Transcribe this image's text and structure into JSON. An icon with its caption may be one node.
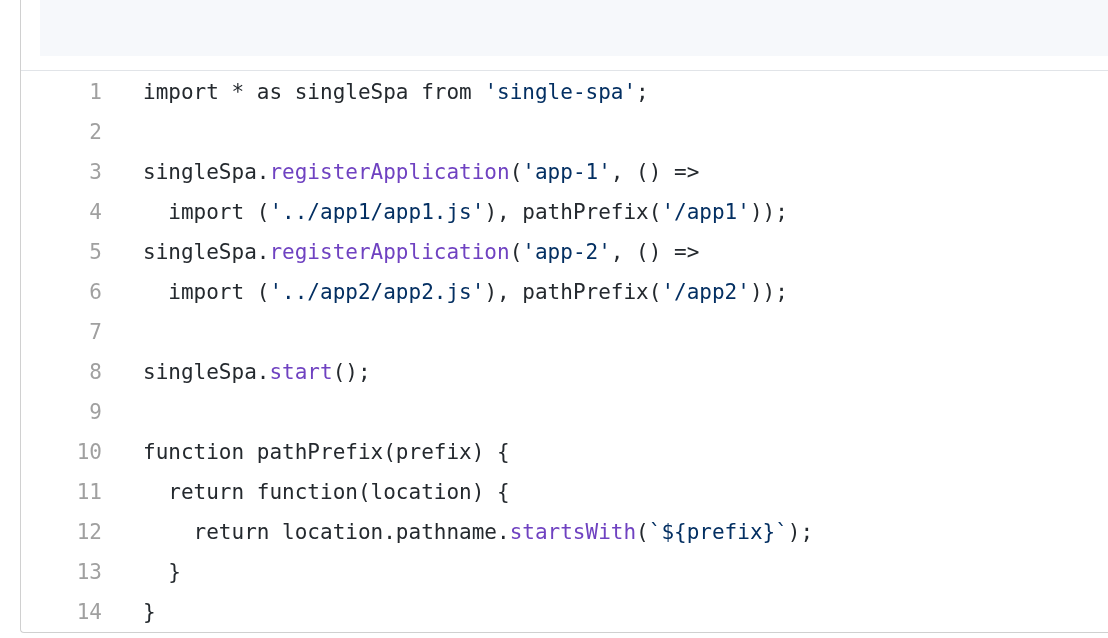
{
  "diagram": {
    "labels": [
      "1",
      "import * as singleSpa from 'single-spa';",
      "2",
      "3",
      "singleSpa.registerApplication('app-1', () =>",
      "4",
      "  import ('../app1/app1.js'), pathPrefix('/app1'));",
      "5",
      "singleSpa.registerApplication('app-2', () =>",
      "6",
      "  import ('../app2/app2.js'), pathPrefix('/app2'));",
      "7",
      "8",
      "singleSpa.start();",
      "9",
      "10",
      "function pathPrefix(prefix) {",
      "11",
      "  return function(location) {",
      "12",
      "    return location.pathname.startsWith(`${prefix}`);",
      "13",
      "  }",
      "14",
      "}"
    ]
  }
}
